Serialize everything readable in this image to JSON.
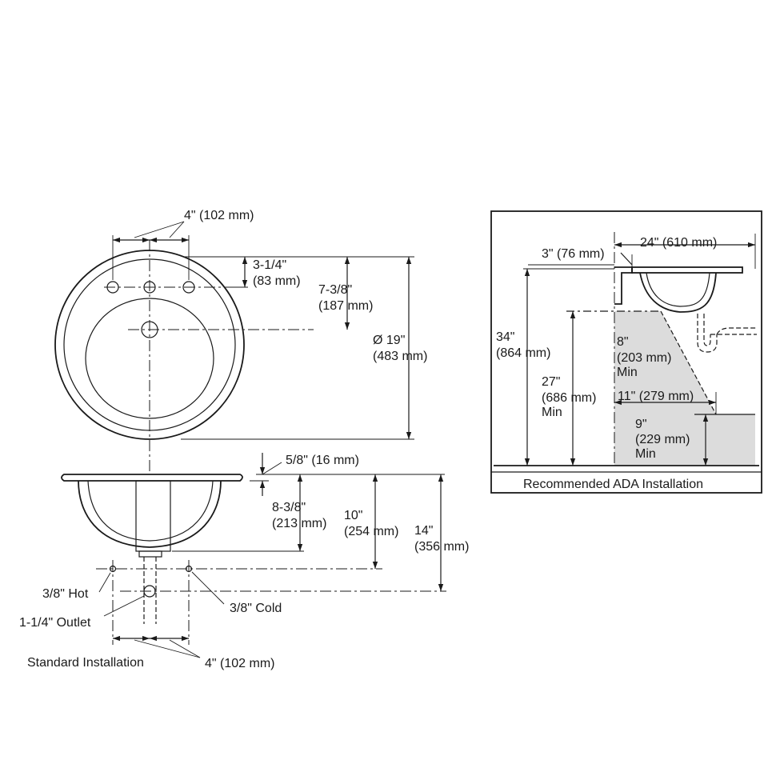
{
  "colors": {
    "ink": "#1a1a1a",
    "ada_zone": "#dcdcdc",
    "background": "#ffffff"
  },
  "top_view": {
    "spacing": "4\" (102 mm)",
    "dim_a1": "3-1/4\"",
    "dim_a2": "(83 mm)",
    "dim_b1": "7-3/8\"",
    "dim_b2": "(187 mm)",
    "dim_c1": "Ø 19\"",
    "dim_c2": "(483 mm)"
  },
  "side_view": {
    "rim": "5/8\" (16 mm)",
    "dim_d1": "8-3/8\"",
    "dim_d2": "(213 mm)",
    "dim_e1": "10\"",
    "dim_e2": "(254 mm)",
    "dim_f1": "14\"",
    "dim_f2": "(356 mm)",
    "hot": "3/8\" Hot",
    "cold": "3/8\" Cold",
    "outlet": "1-1/4\" Outlet",
    "spacing": "4\" (102 mm)",
    "caption": "Standard Installation"
  },
  "ada": {
    "width": "24\" (610 mm)",
    "setback": "3\" (76 mm)",
    "h1": "34\"",
    "h2": "(864 mm)",
    "k1": "27\"",
    "k2": "(686 mm)",
    "k3": "Min",
    "d1": "8\"",
    "d2": "(203 mm)",
    "d3": "Min",
    "depth": "11\" (279 mm)",
    "t1": "9\"",
    "t2": "(229 mm)",
    "t3": "Min",
    "caption": "Recommended ADA Installation"
  }
}
